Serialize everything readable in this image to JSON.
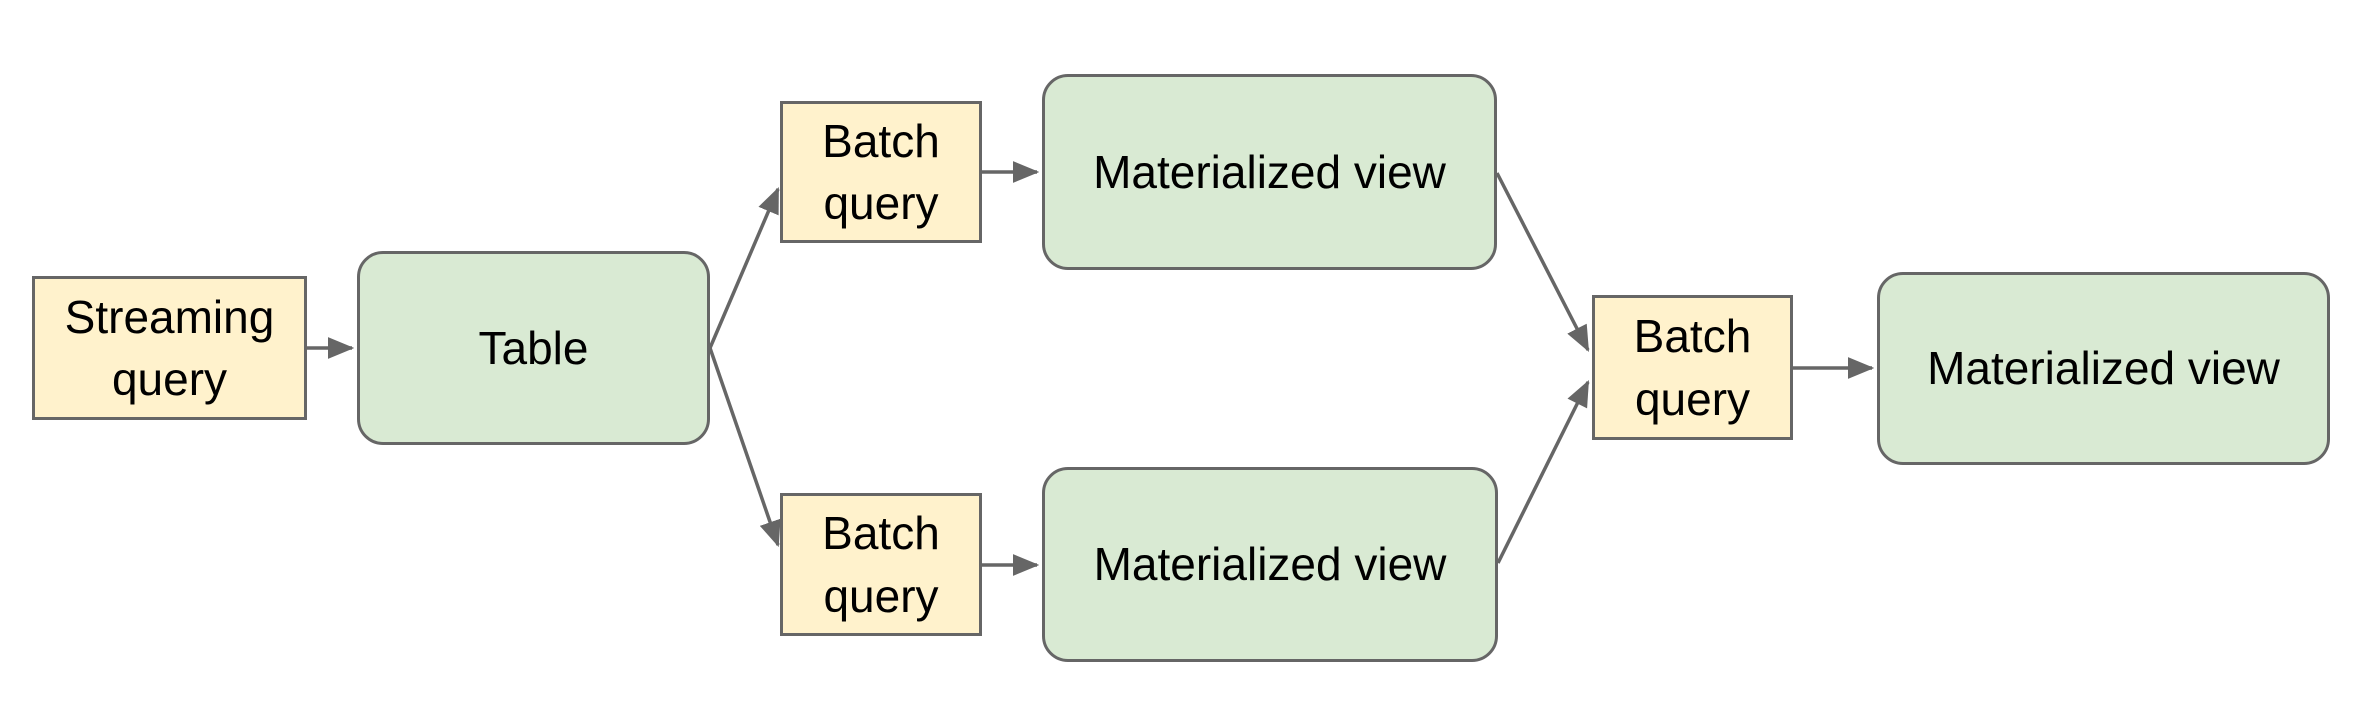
{
  "diagram": {
    "colors": {
      "background": "#ffffff",
      "query_fill": "#fff2cc",
      "view_fill": "#d9ead3",
      "stroke": "#666666",
      "arrow": "#666666",
      "text": "#000000"
    },
    "nodes": [
      {
        "id": "streaming-query",
        "label": "Streaming query",
        "kind": "query"
      },
      {
        "id": "table",
        "label": "Table",
        "kind": "view"
      },
      {
        "id": "batch-query-top",
        "label": "Batch query",
        "kind": "query"
      },
      {
        "id": "materialized-view-top",
        "label": "Materialized view",
        "kind": "view"
      },
      {
        "id": "batch-query-bottom",
        "label": "Batch query",
        "kind": "query"
      },
      {
        "id": "materialized-view-bottom",
        "label": "Materialized view",
        "kind": "view"
      },
      {
        "id": "batch-query-merge",
        "label": "Batch query",
        "kind": "query"
      },
      {
        "id": "materialized-view-final",
        "label": "Materialized view",
        "kind": "view"
      }
    ],
    "edges": [
      {
        "from": "streaming-query",
        "to": "table"
      },
      {
        "from": "table",
        "to": "batch-query-top"
      },
      {
        "from": "table",
        "to": "batch-query-bottom"
      },
      {
        "from": "batch-query-top",
        "to": "materialized-view-top"
      },
      {
        "from": "batch-query-bottom",
        "to": "materialized-view-bottom"
      },
      {
        "from": "materialized-view-top",
        "to": "batch-query-merge"
      },
      {
        "from": "materialized-view-bottom",
        "to": "batch-query-merge"
      },
      {
        "from": "batch-query-merge",
        "to": "materialized-view-final"
      }
    ]
  }
}
